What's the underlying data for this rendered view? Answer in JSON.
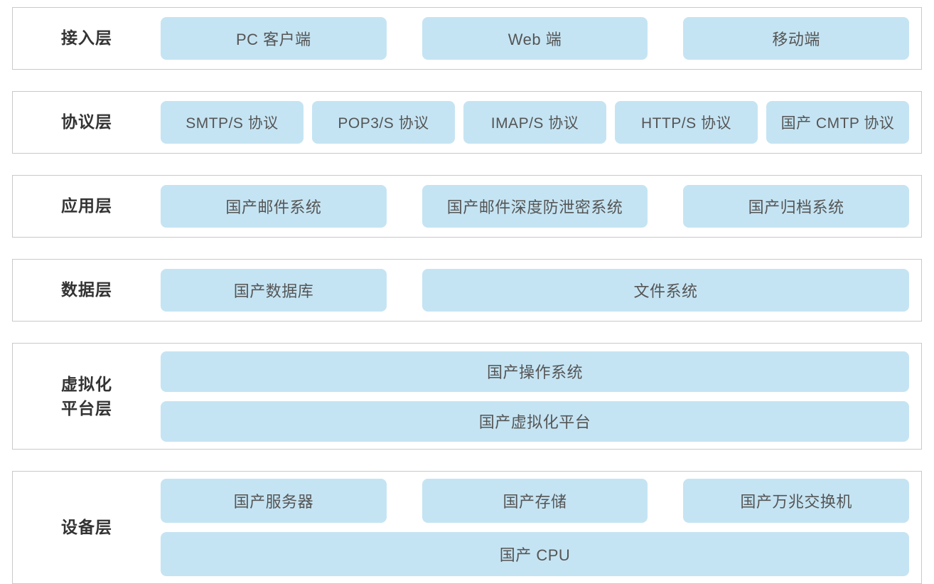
{
  "theme": {
    "tile_fill": "#c5e4f3",
    "tile_text": "#555555",
    "label_text": "#333333",
    "panel_border": "#c9c9c9",
    "background": "#ffffff"
  },
  "layers": [
    {
      "label": "接入层",
      "rows": [
        {
          "tiles": [
            {
              "text": "PC 客户端"
            },
            {
              "text": "Web 端"
            },
            {
              "text": "移动端"
            }
          ]
        }
      ]
    },
    {
      "label": "协议层",
      "rows": [
        {
          "tiles": [
            {
              "text": "SMTP/S 协议"
            },
            {
              "text": "POP3/S 协议"
            },
            {
              "text": "IMAP/S 协议"
            },
            {
              "text": "HTTP/S 协议"
            },
            {
              "text": "国产 CMTP 协议"
            }
          ]
        }
      ]
    },
    {
      "label": "应用层",
      "rows": [
        {
          "tiles": [
            {
              "text": "国产邮件系统"
            },
            {
              "text": "国产邮件深度防泄密系统"
            },
            {
              "text": "国产归档系统"
            }
          ]
        }
      ]
    },
    {
      "label": "数据层",
      "rows": [
        {
          "tiles": [
            {
              "text": "国产数据库"
            },
            {
              "text": "文件系统"
            }
          ]
        }
      ]
    },
    {
      "label": "虚拟化\n平台层",
      "label_line1": "虚拟化",
      "label_line2": "平台层",
      "rows": [
        {
          "tiles": [
            {
              "text": "国产操作系统"
            }
          ]
        },
        {
          "tiles": [
            {
              "text": "国产虚拟化平台"
            }
          ]
        }
      ]
    },
    {
      "label": "设备层",
      "rows": [
        {
          "tiles": [
            {
              "text": "国产服务器"
            },
            {
              "text": "国产存储"
            },
            {
              "text": "国产万兆交换机"
            }
          ]
        },
        {
          "tiles": [
            {
              "text": "国产 CPU"
            }
          ]
        }
      ]
    }
  ]
}
